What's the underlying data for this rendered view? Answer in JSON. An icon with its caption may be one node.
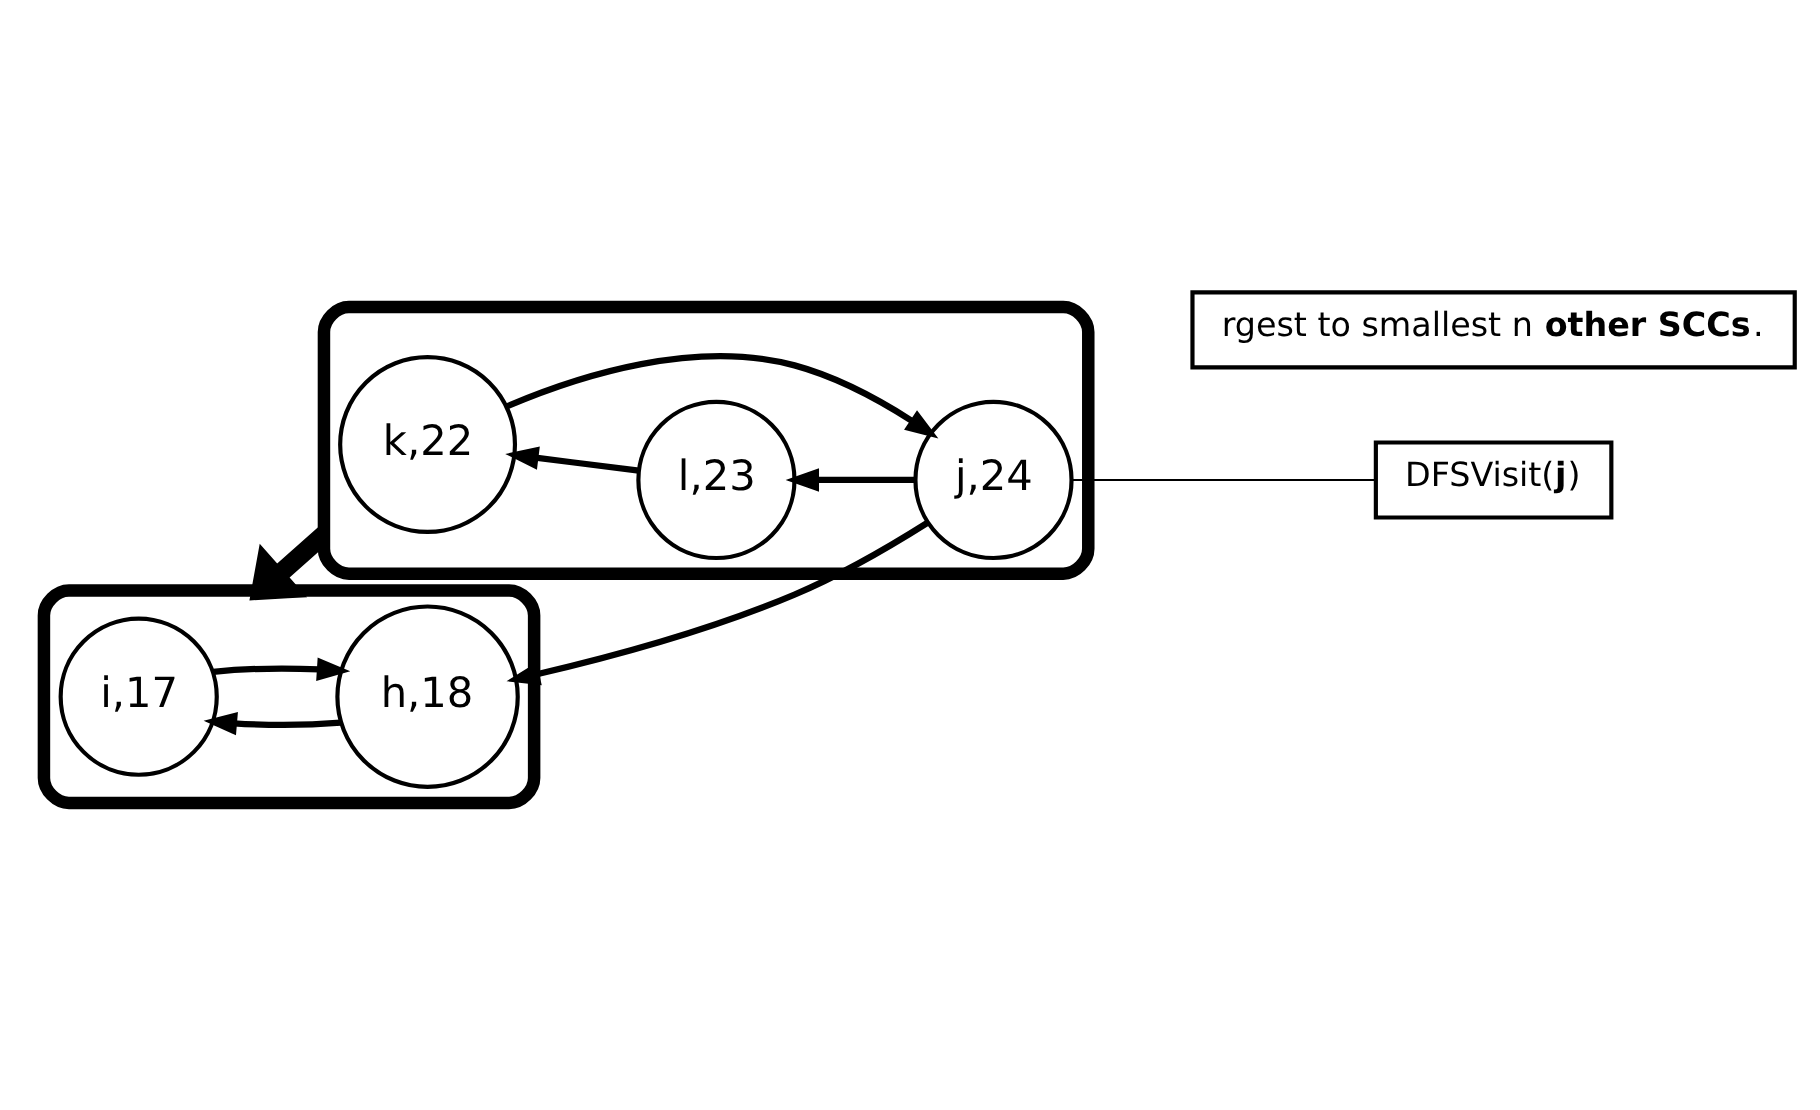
{
  "diagram": {
    "nodes": [
      {
        "text": [],
        "shape": "ellipse"
      },
      {
        "text": [
          "h,18"
        ],
        "in": 0
      },
      {
        "text": [
          "i,17"
        ],
        "in": 0
      },
      {
        "text": [],
        "shape": "ellipse"
      },
      {
        "text": [
          "j,24"
        ],
        "in": 3
      },
      {
        "text": [
          "l,23"
        ],
        "in": 3
      },
      {
        "text": [
          "k,22"
        ],
        "in": 3
      },
      {
        "text": [
          "DFSVisit(**j**)"
        ]
      },
      {
        "text": [
          "rgest to smallest n **other SCCs**."
        ]
      }
    ],
    "edges": [
      {
        "from": 3,
        "to": 0,
        "arrow": "to",
        "style": "thick"
      },
      {
        "from": 4,
        "to": 1,
        "arrow": "to"
      },
      {
        "from": 4,
        "to": 5,
        "arrow": "to"
      },
      {
        "from": 5,
        "to": 6,
        "arrow": "to"
      },
      {
        "from": 6,
        "to": 4,
        "arrow": "to"
      },
      {
        "from": 1,
        "to": 2,
        "arrow": "to"
      },
      {
        "from": 2,
        "to": 1,
        "arrow": "to"
      },
      {
        "from": 7,
        "to": 4,
        "arrow": "none"
      }
    ]
  }
}
